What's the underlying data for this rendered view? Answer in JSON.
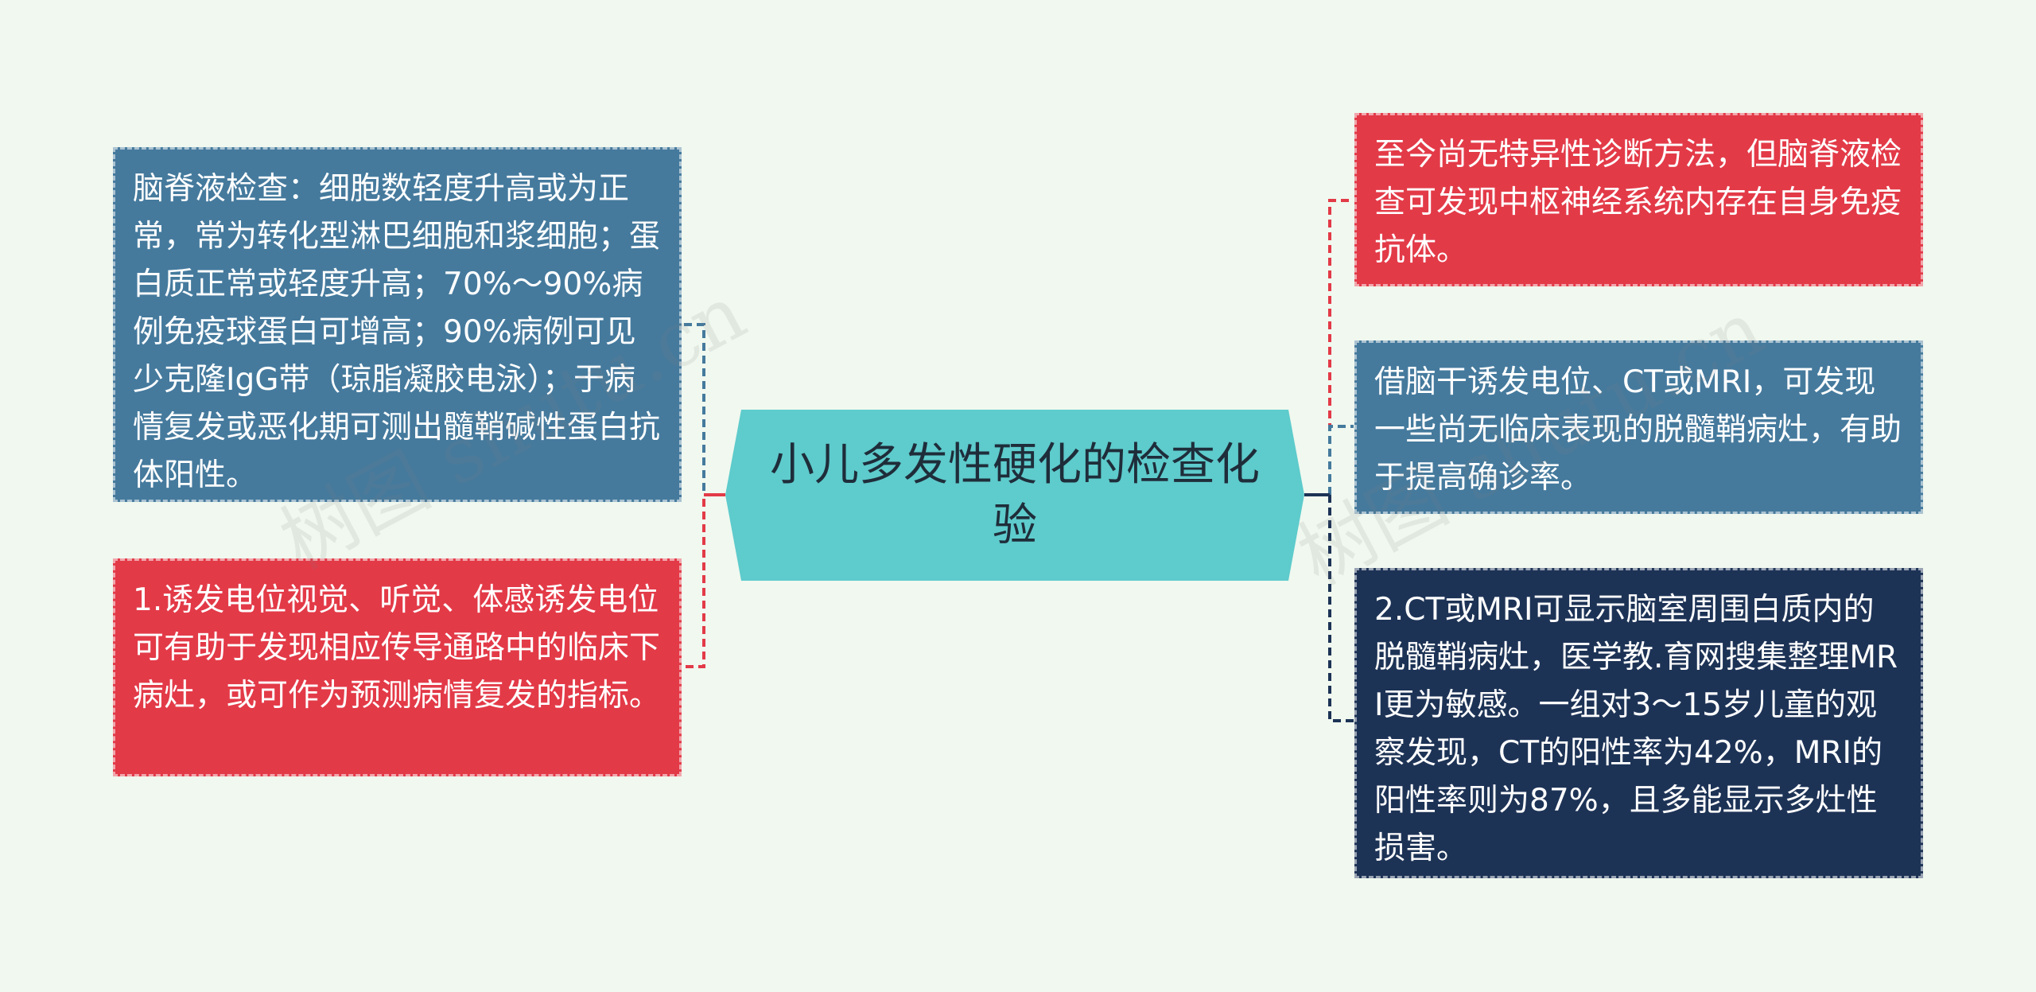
{
  "colors": {
    "background": "#f0f8ef",
    "center_fill": "#5ecbcc",
    "blue": "#457a9d",
    "red": "#e33a48",
    "navy": "#1d3356"
  },
  "center": {
    "title": "小儿多发性硬化的检查化验"
  },
  "left_nodes": [
    {
      "text": "脑脊液检查：细胞数轻度升高或为正常，常为转化型淋巴细胞和浆细胞；蛋白质正常或轻度升高；70%～90%病例免疫球蛋白可增高；90%病例可见少克隆IgG带（琼脂凝胶电泳）；于病情复发或恶化期可测出髓鞘碱性蛋白抗体阳性。",
      "color": "blue"
    },
    {
      "text": "1.诱发电位视觉、听觉、体感诱发电位可有助于发现相应传导通路中的临床下病灶，或可作为预测病情复发的指标。",
      "color": "red"
    }
  ],
  "right_nodes": [
    {
      "text": "至今尚无特异性诊断方法，但脑脊液检查可发现中枢神经系统内存在自身免疫抗体。",
      "color": "red"
    },
    {
      "text": "借脑干诱发电位、CT或MRI，可发现一些尚无临床表现的脱髓鞘病灶，有助于提高确诊率。",
      "color": "blue"
    },
    {
      "text": "2.CT或MRI可显示脑室周围白质内的脱髓鞘病灶，医学教.育网搜集整理MRI更为敏感。一组对3～15岁儿童的观察发现，CT的阳性率为42%，MRI的阳性率则为87%，且多能显示多灶性损害。",
      "color": "navy"
    }
  ],
  "watermarks": [
    "树图 shutu.cn",
    "树图 shutu.cn"
  ]
}
